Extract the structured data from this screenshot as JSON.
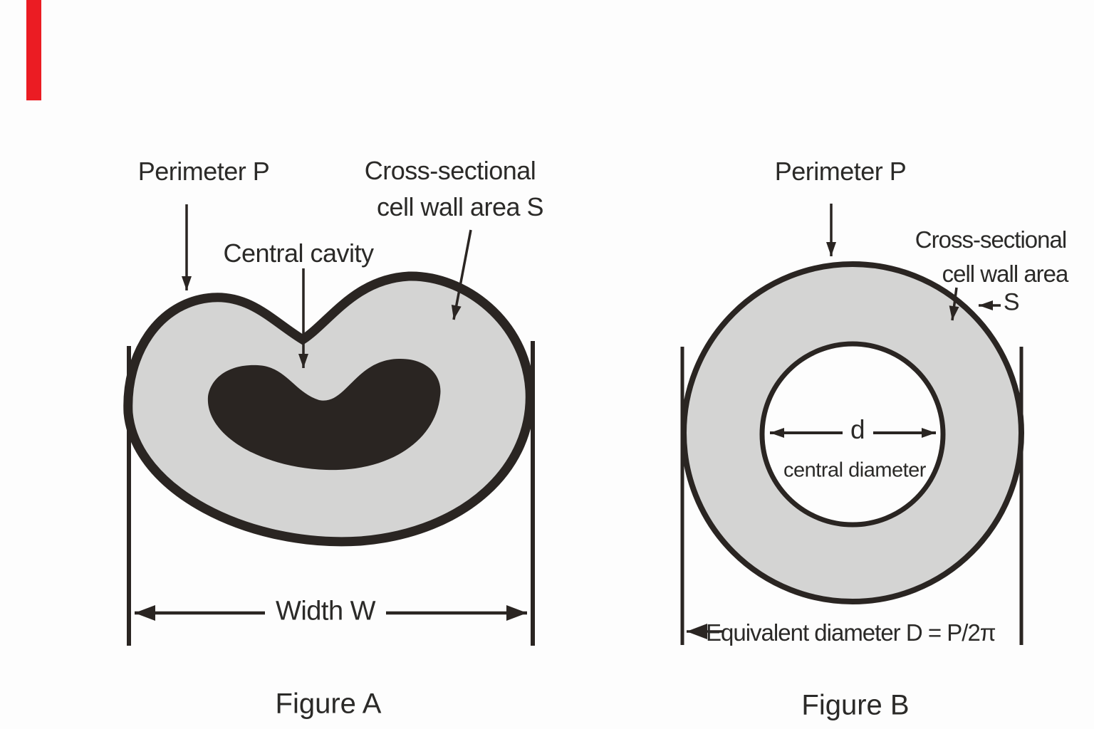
{
  "colors": {
    "ink": "#2a2522",
    "wall_gray": "#d4d4d3",
    "cavity_black": "#2a2522",
    "text": "#2b2a28",
    "background": "#fdfdfd",
    "red_marker": "#eb1c23"
  },
  "figure_a": {
    "title": "Figure A",
    "labels": {
      "perimeter": "Perimeter P",
      "cross_sectional_line1": "Cross-sectional",
      "cross_sectional_line2": "cell wall area S",
      "central_cavity": "Central cavity",
      "width": "Width W"
    }
  },
  "figure_b": {
    "title": "Figure B",
    "labels": {
      "perimeter": "Perimeter P",
      "cross_sectional_line1": "Cross-sectional",
      "cross_sectional_line2": "cell wall area",
      "s": "S",
      "d": "d",
      "central_diameter": "central diameter",
      "equivalent_diameter": "Equivalent diameter D = P/2π"
    }
  }
}
